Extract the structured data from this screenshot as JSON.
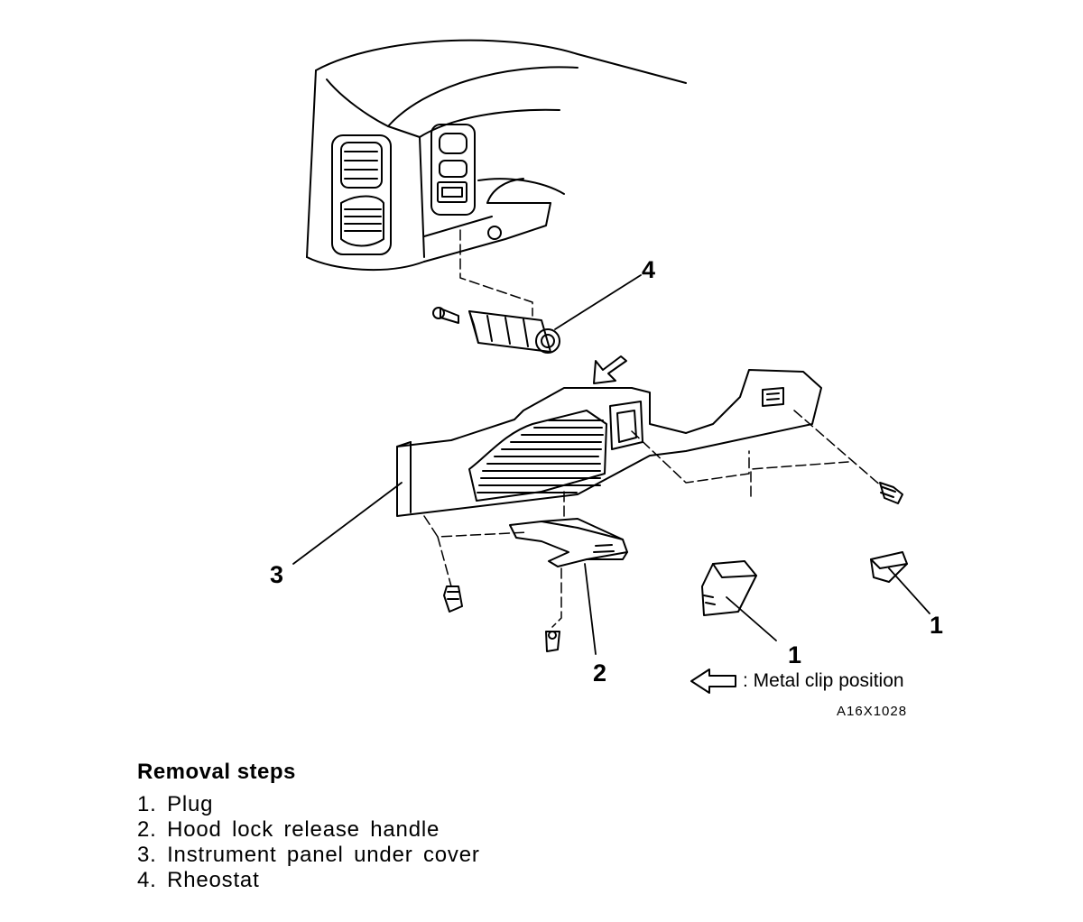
{
  "callouts": {
    "rheostat": "4",
    "under_cover": "3",
    "hood_handle": "2",
    "plug_center": "1",
    "plug_right": "1"
  },
  "legend": {
    "metal_clip": ": Metal clip position"
  },
  "figure_code": "A16X1028",
  "removal": {
    "title": "Removal steps",
    "steps": [
      "1. Plug",
      "2. Hood lock release handle",
      "3. Instrument panel under cover",
      "4. Rheostat"
    ]
  }
}
